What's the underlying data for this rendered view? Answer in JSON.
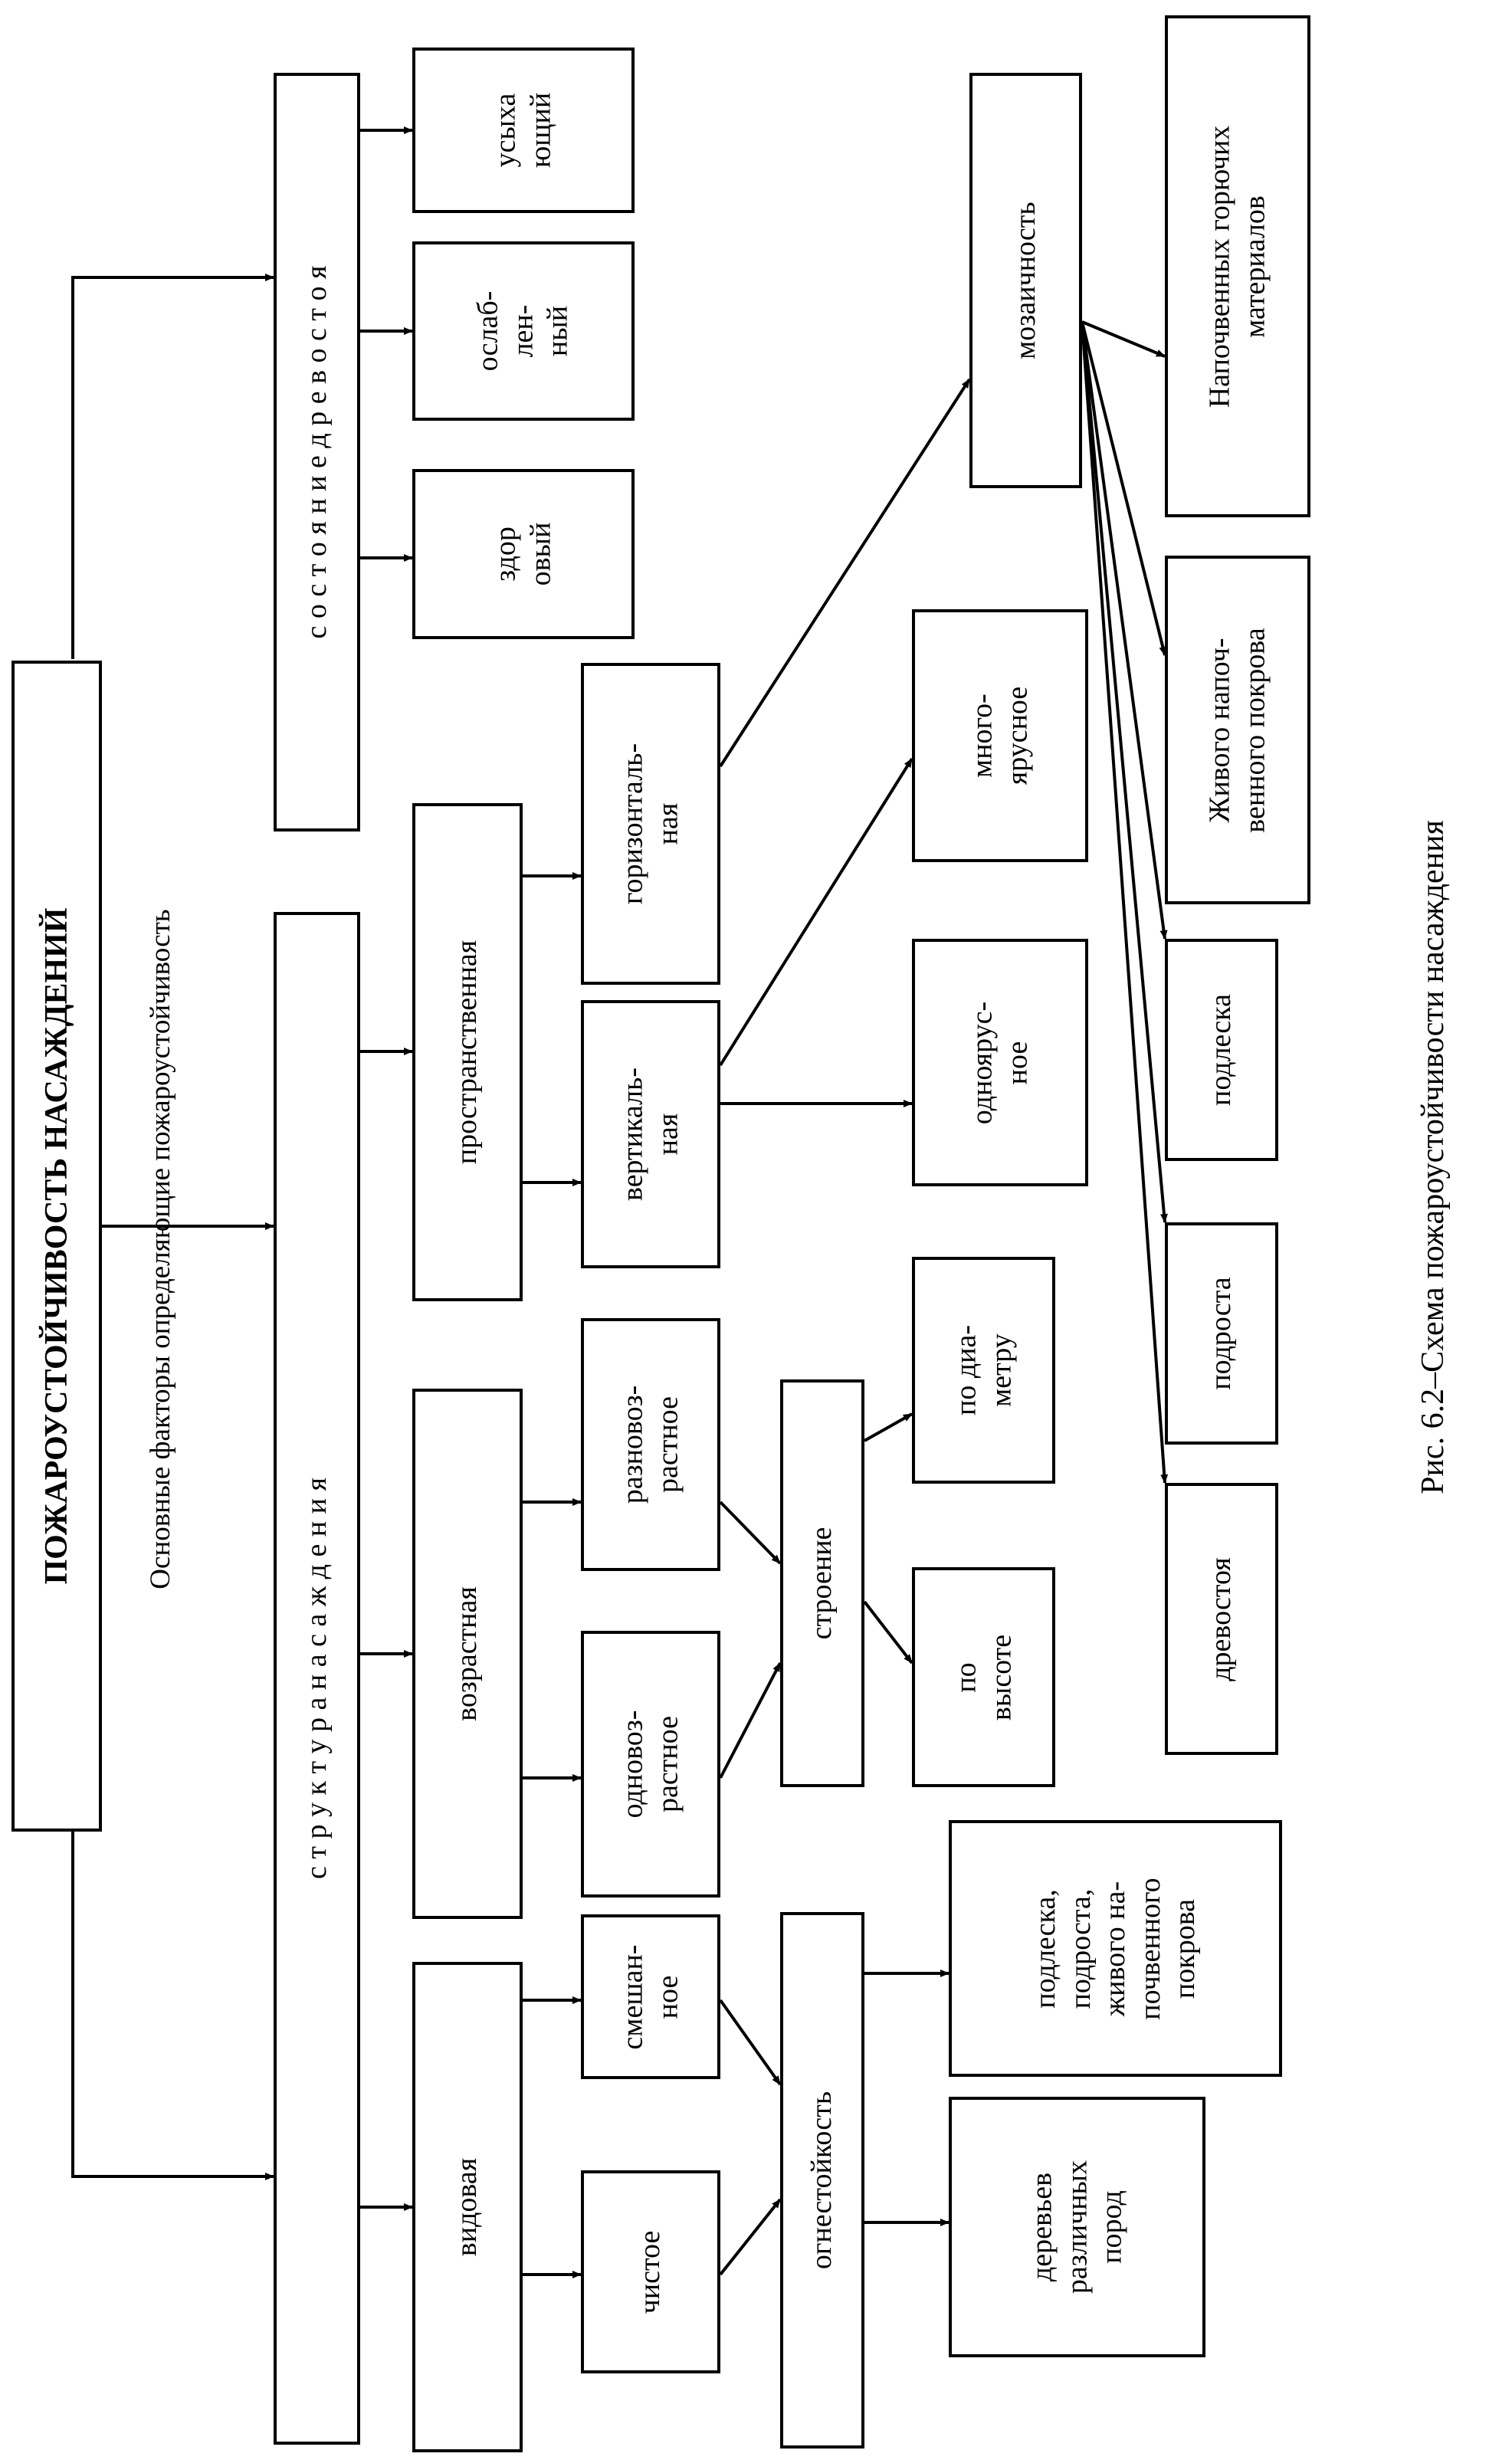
{
  "title": "ПОЖАРОУСТОЙЧИВОСТЬ НАСАЖДЕНИЙ",
  "subtitle": "Основные факторы определяющие пожароустойчивость",
  "caption": "Рис. 6.2–Схема пожароустойчивости насаждения",
  "nodes": {
    "structure": "с т р у к т у р а   н а с а ж д е н и я",
    "stand_state": "с о с т о я н и е   д р е в о с т о я",
    "healthy": "здор\nовый",
    "weakened": "ослаб-\nлен-\nный",
    "drying": "усыха\nющий",
    "species": "видовая",
    "age": "возрастная",
    "spatial": "пространственная",
    "pure": "чистое",
    "mixed": "смешан-\nное",
    "even_aged": "одновоз-\nрастное",
    "uneven_aged": "разновоз-\nрастное",
    "vertical": "вертикаль-\nная",
    "horizontal": "горизонталь-\nная",
    "fire_resistance": "огнестойкость",
    "structure_build": "строение",
    "mosaic": "мозаичность",
    "trees_species": "деревьев\nразличных\nпород",
    "undergrowth_cover": "подлеска,\nподроста,\nживого на-\nпочвенного\nпокрова",
    "by_height": "по\nвысоте",
    "by_diameter": "по диа-\nметру",
    "single_tier": "одноярус-\nное",
    "multi_tier": "много-\nярусное",
    "stand": "древостоя",
    "regrowth": "подроста",
    "underbrush": "подлеска",
    "live_cover": "Живого напоч-\nвенного покрова",
    "fuel_materials": "Напочвенных горючих\nматериалов"
  }
}
